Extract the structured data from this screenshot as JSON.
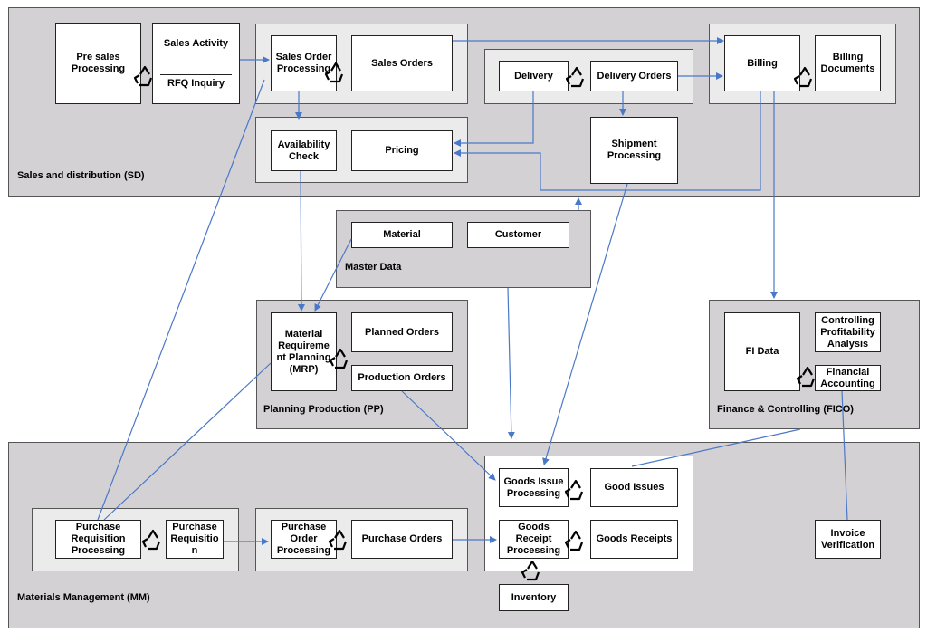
{
  "regions": {
    "sd": "Sales and distribution (SD)",
    "master": "Master Data",
    "pp": "Planning Production (PP)",
    "fico": "Finance & Controlling (FICO)",
    "mm": "Materials Management (MM)"
  },
  "nodes": {
    "presales": "Pre sales Processing",
    "sales_activity": "Sales Activity",
    "rfq_inquiry": "RFQ Inquiry",
    "sales_order_processing": "Sales Order Processing",
    "sales_orders": "Sales Orders",
    "delivery": "Delivery",
    "delivery_orders": "Delivery Orders",
    "billing": "Billing",
    "billing_documents": "Billing Documents",
    "availability_check": "Availability Check",
    "pricing": "Pricing",
    "shipment_processing": "Shipment Processing",
    "material": "Material",
    "customer": "Customer",
    "mrp": "Material Requireme nt Planning (MRP)",
    "planned_orders": "Planned Orders",
    "production_orders": "Production Orders",
    "fi_data": "FI Data",
    "controlling": "Controlling Profitability Analysis",
    "financial_accounting": "Financial Accounting",
    "purchase_req_processing": "Purchase Requisition Processing",
    "purchase_requisition": "Purchase Requisitio n",
    "purchase_order_processing": "Purchase Order Processing",
    "purchase_orders": "Purchase Orders",
    "goods_issue_processing": "Goods Issue Processing",
    "good_issues": "Good Issues",
    "goods_receipt_processing": "Goods Receipt Processing",
    "goods_receipts": "Goods Receipts",
    "inventory": "Inventory",
    "invoice_verification": "Invoice Verification"
  },
  "colors": {
    "arrow": "#4a78c8",
    "region": "#d4d1d4",
    "group": "#ecebec"
  }
}
